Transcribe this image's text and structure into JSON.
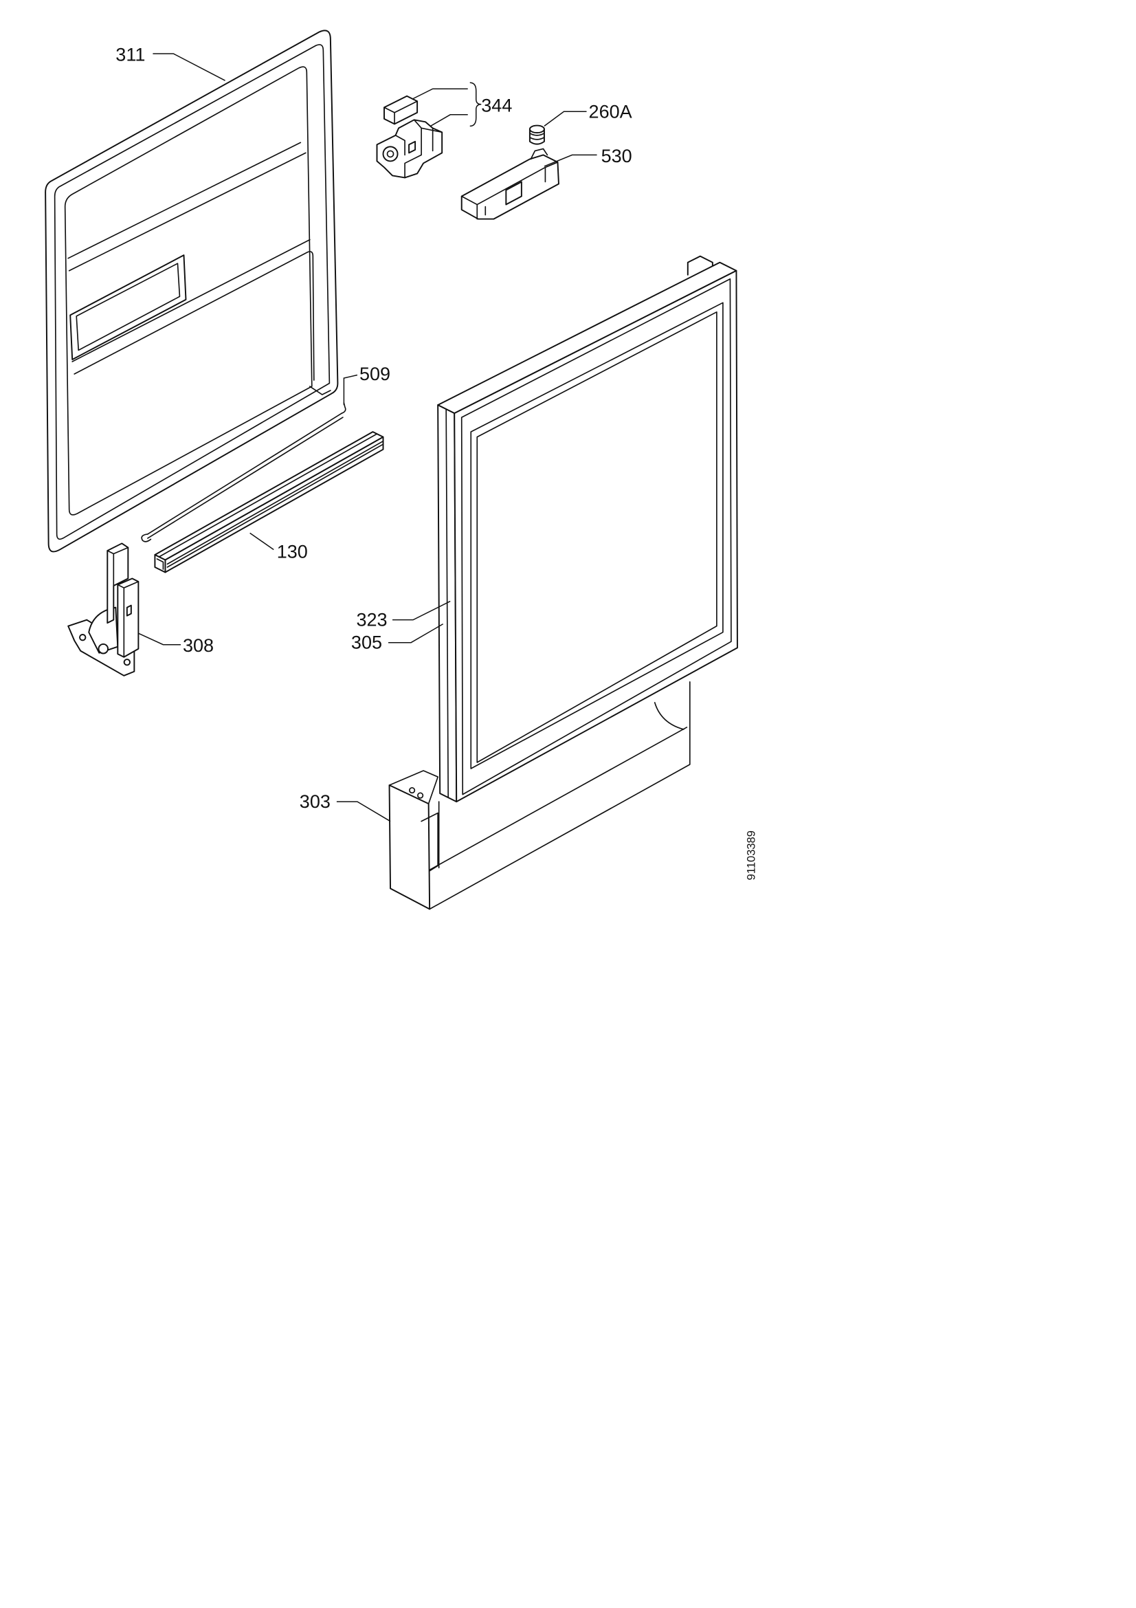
{
  "callouts": {
    "c311": "311",
    "c344": "344",
    "c260a": "260A",
    "c530": "530",
    "c509": "509",
    "c130": "130",
    "c323": "323",
    "c305": "305",
    "c308": "308",
    "c303": "303"
  },
  "drawing_number": "91103389"
}
